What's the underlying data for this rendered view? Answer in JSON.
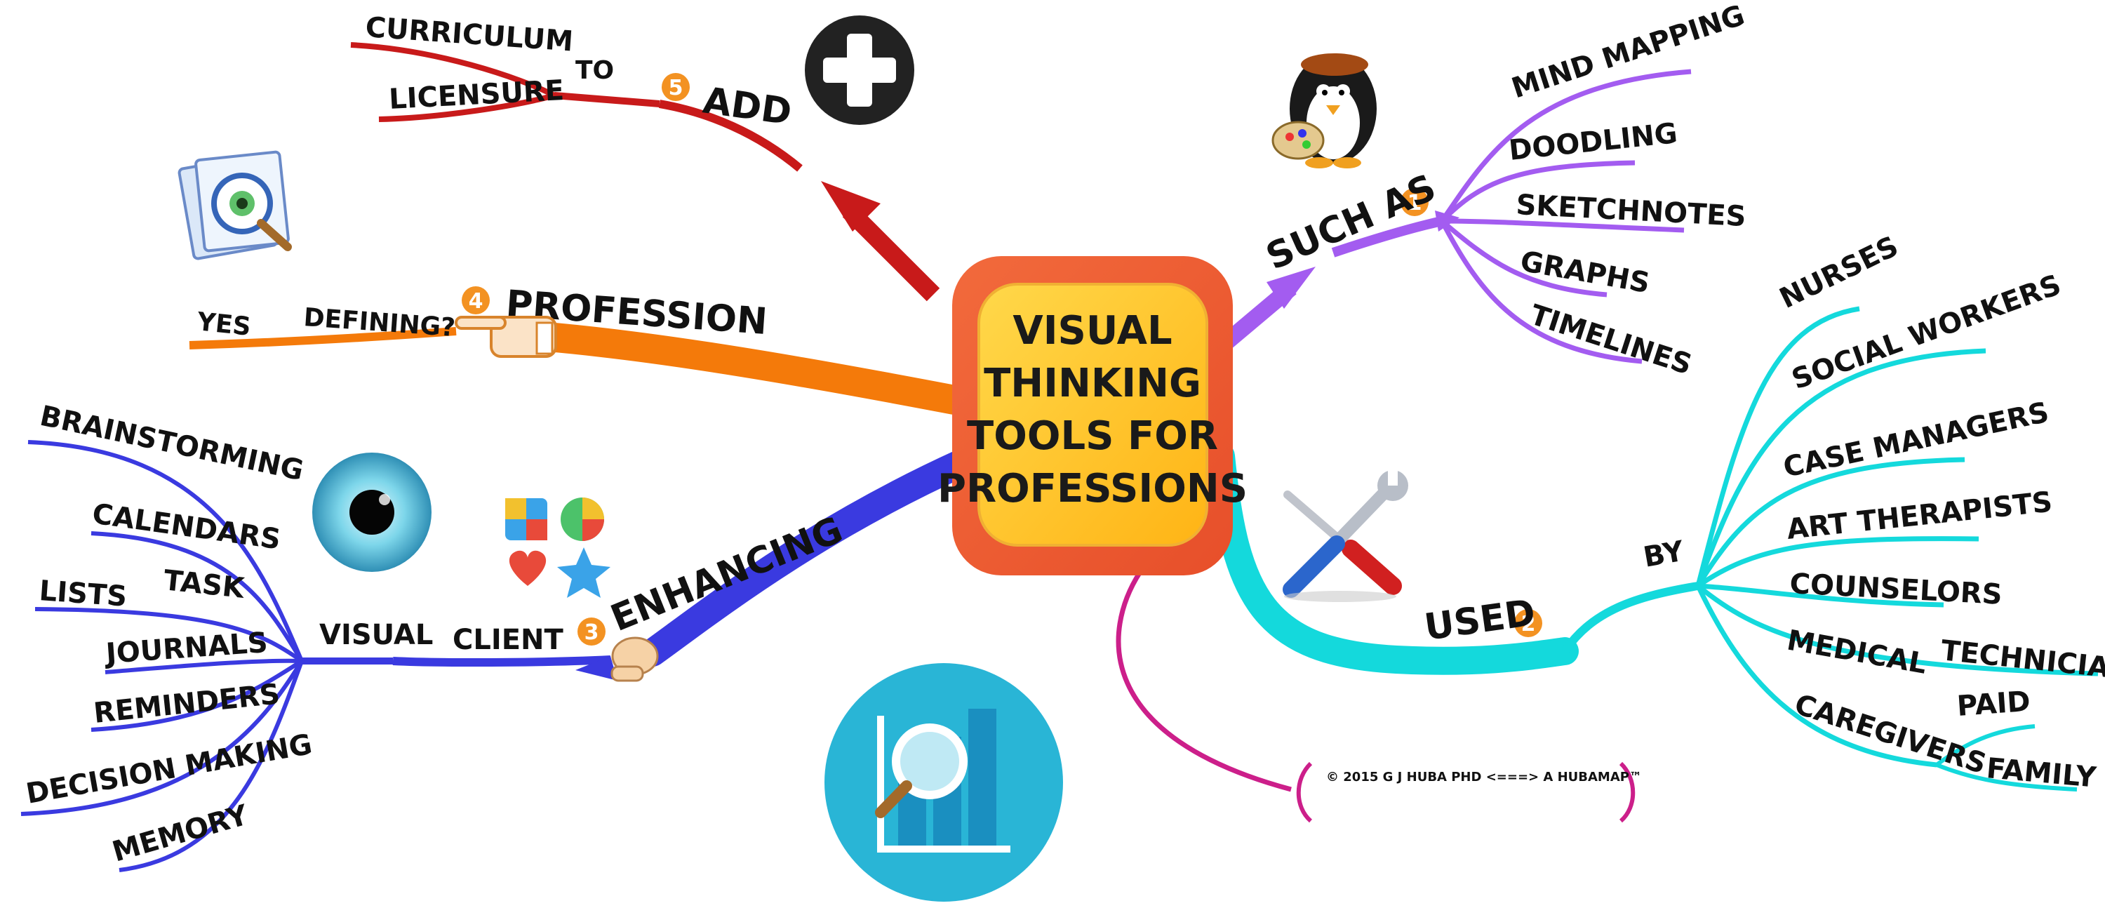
{
  "center": {
    "lines": [
      "VISUAL",
      "THINKING",
      "TOOLS FOR",
      "PROFESSIONS"
    ]
  },
  "branches": {
    "such_as": {
      "number": "1",
      "label": "SUCH AS",
      "items": [
        "MIND MAPPING",
        "DOODLING",
        "SKETCHNOTES",
        "GRAPHS",
        "TIMELINES"
      ]
    },
    "used": {
      "number": "2",
      "label": "USED",
      "by": "BY",
      "items": [
        "NURSES",
        "SOCIAL WORKERS",
        "CASE MANAGERS",
        "ART THERAPISTS",
        "COUNSELORS",
        "MEDICAL",
        "TECHNICIANS",
        "CAREGIVERS",
        "PAID",
        "FAMILY"
      ]
    },
    "enhancing": {
      "number": "3",
      "label": "ENHANCING",
      "client": "CLIENT",
      "visual": "VISUAL",
      "items": [
        "BRAINSTORMING",
        "CALENDARS",
        "LISTS",
        "TASK",
        "JOURNALS",
        "REMINDERS",
        "DECISION MAKING",
        "MEMORY"
      ]
    },
    "profession": {
      "number": "4",
      "label": "PROFESSION",
      "defining": "DEFINING?",
      "yes": "YES"
    },
    "add": {
      "number": "5",
      "label": "ADD",
      "to": "TO",
      "items": [
        "CURRICULUM",
        "LICENSURE"
      ]
    }
  },
  "copyright": "© 2015 G J HUBA PHD <===> A HUBAMAP™",
  "colors": {
    "such_as": "#a35cf0",
    "used": "#14d9dc",
    "enhancing": "#3a3ae0",
    "profession": "#f47a0a",
    "add": "#c81a1a",
    "copyright": "#cc1f8a",
    "badge": "#f39222",
    "center_outer": "#f0623a",
    "center_inner": "#ffc91e"
  },
  "icons": [
    "plus-icon",
    "document-search-icon",
    "penguin-painter-icon",
    "eye-icon",
    "puzzle-icons",
    "tools-icon",
    "chart-magnifier-icon",
    "pointing-hand-icon",
    "hand-icon"
  ]
}
